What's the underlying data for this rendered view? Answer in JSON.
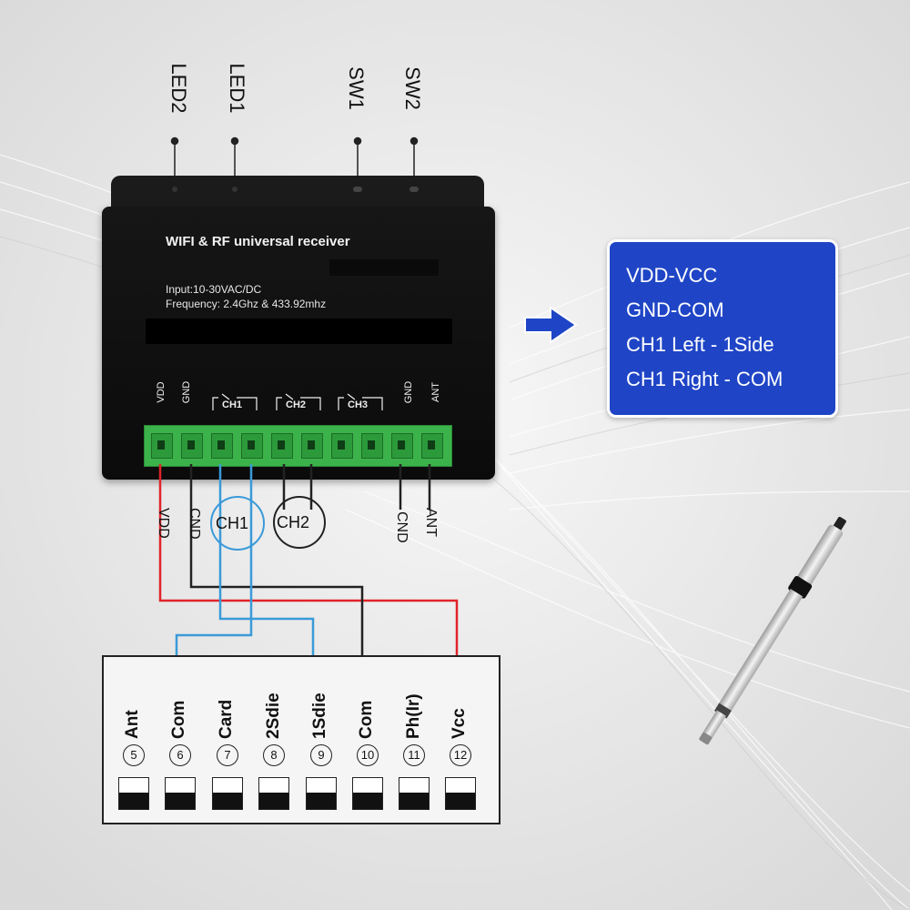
{
  "top_labels": [
    "LED2",
    "LED1",
    "SW1",
    "SW2"
  ],
  "device": {
    "title": "WIFI & RF universal receiver",
    "input": "Input:10-30VAC/DC",
    "frequency": "Frequency: 2.4Ghz & 433.92mhz",
    "pin_labels": [
      "VDD",
      "GND",
      "GND",
      "ANT"
    ],
    "channel_labels": [
      "CH1",
      "CH2",
      "CH3"
    ]
  },
  "info_box": {
    "lines": [
      "VDD-VCC",
      "GND-COM",
      "CH1 Left - 1Side",
      "CH1 Right - COM"
    ]
  },
  "wire_labels": [
    "VDD",
    "CND",
    "CND",
    "ANT"
  ],
  "channel_circles": [
    "CH1",
    "CH2"
  ],
  "connector": {
    "pins": [
      {
        "label": "Ant",
        "number": "5"
      },
      {
        "label": "Com",
        "number": "6"
      },
      {
        "label": "Card",
        "number": "7"
      },
      {
        "label": "2Sdie",
        "number": "8"
      },
      {
        "label": "1Sdie",
        "number": "9"
      },
      {
        "label": "Com",
        "number": "10"
      },
      {
        "label": "Ph(Ir)",
        "number": "11"
      },
      {
        "label": "Vcc",
        "number": "12"
      }
    ]
  },
  "colors": {
    "info_box": "#1f45c6",
    "wire_red": "#e0242a",
    "wire_blue": "#3a9ad9",
    "wire_black": "#222222",
    "terminal_green": "#3cb24a"
  }
}
